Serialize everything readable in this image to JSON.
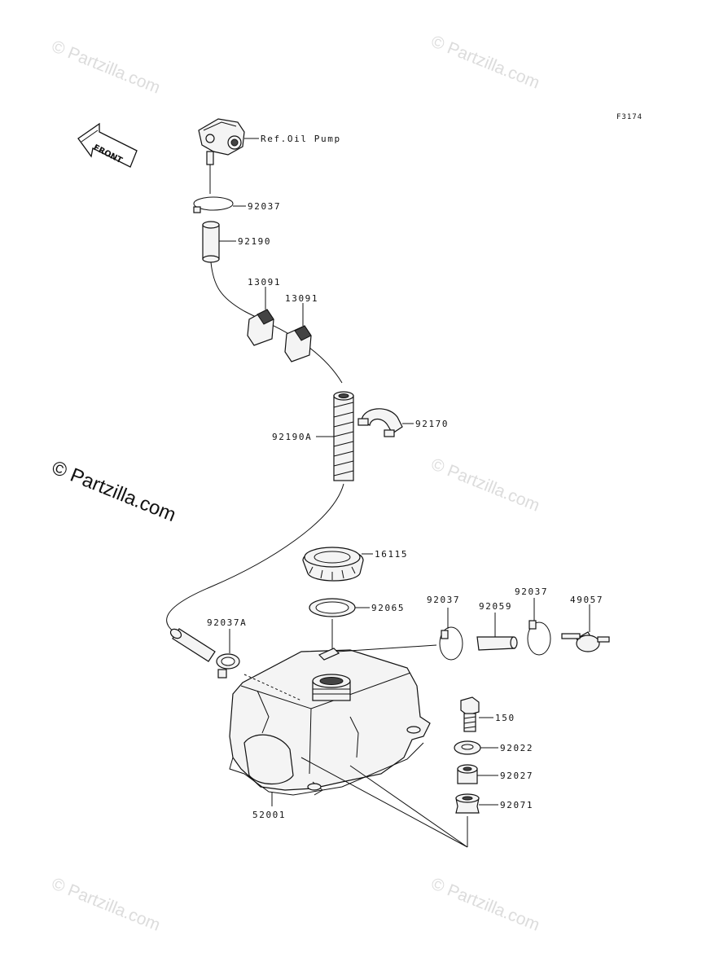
{
  "figure_code": "F3174",
  "front_label": "FRONT",
  "watermark": "© Partzilla.com",
  "watermark_main": "© Partzilla.com",
  "labels": {
    "ref_oil_pump": "Ref.Oil Pump",
    "clamp_top": "92037",
    "hose_top": "92190",
    "valve_a": "13091",
    "valve_b": "13091",
    "hose_main": "92190A",
    "clamp_hose": "92170",
    "cap": "16115",
    "gasket": "92065",
    "clamp_left": "92037A",
    "clamp_right_a": "92037",
    "hose_vent": "92059",
    "clamp_right_b": "92037",
    "breather": "49057",
    "bolt": "150",
    "washer": "92022",
    "collar": "92027",
    "grommet": "92071",
    "tank": "52001"
  },
  "colors": {
    "line": "#111111",
    "watermark": "#dcdcdc"
  }
}
